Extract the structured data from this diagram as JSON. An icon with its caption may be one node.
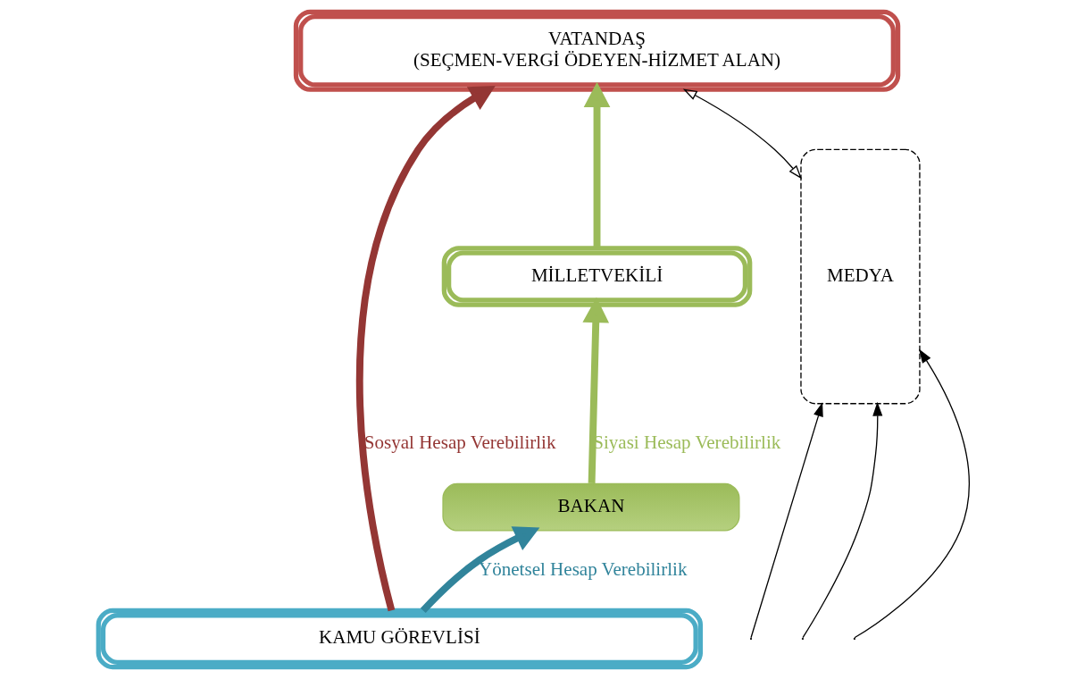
{
  "diagram": {
    "nodes": [
      {
        "text": [
          "VATANDAŞ",
          "(SEÇMEN-VERGİ ÖDEYEN-HİZMET ALAN)"
        ]
      },
      {
        "text": [
          "MİLLETVEKİLİ"
        ]
      },
      {
        "text": [
          "BAKAN"
        ]
      },
      {
        "text": [
          "KAMU GÖREVLİSİ"
        ]
      },
      {
        "text": [
          "MEDYA"
        ]
      }
    ],
    "edges": [
      {
        "from": 3,
        "to": 0,
        "arrow": "to",
        "style": "thick",
        "color": "#943634",
        "label": "Sosyal Hesap Verebilirlik"
      },
      {
        "from": 1,
        "to": 0,
        "arrow": "to",
        "style": "thick",
        "color": "#9bbb59"
      },
      {
        "from": 2,
        "to": 1,
        "arrow": "to",
        "style": "thick",
        "color": "#9bbb59",
        "label": "Siyasi Hesap Verebilirlik"
      },
      {
        "from": 3,
        "to": 2,
        "arrow": "to",
        "style": "thick",
        "color": "#31849b",
        "label": "Yönetsel Hesap Verebilirlik"
      },
      {
        "from": 4,
        "to": 0,
        "arrow": "both"
      },
      {
        "from": null,
        "to": 4,
        "arrow": "to"
      },
      {
        "from": null,
        "to": 4,
        "arrow": "to"
      },
      {
        "from": null,
        "to": 4,
        "arrow": "to"
      }
    ]
  }
}
